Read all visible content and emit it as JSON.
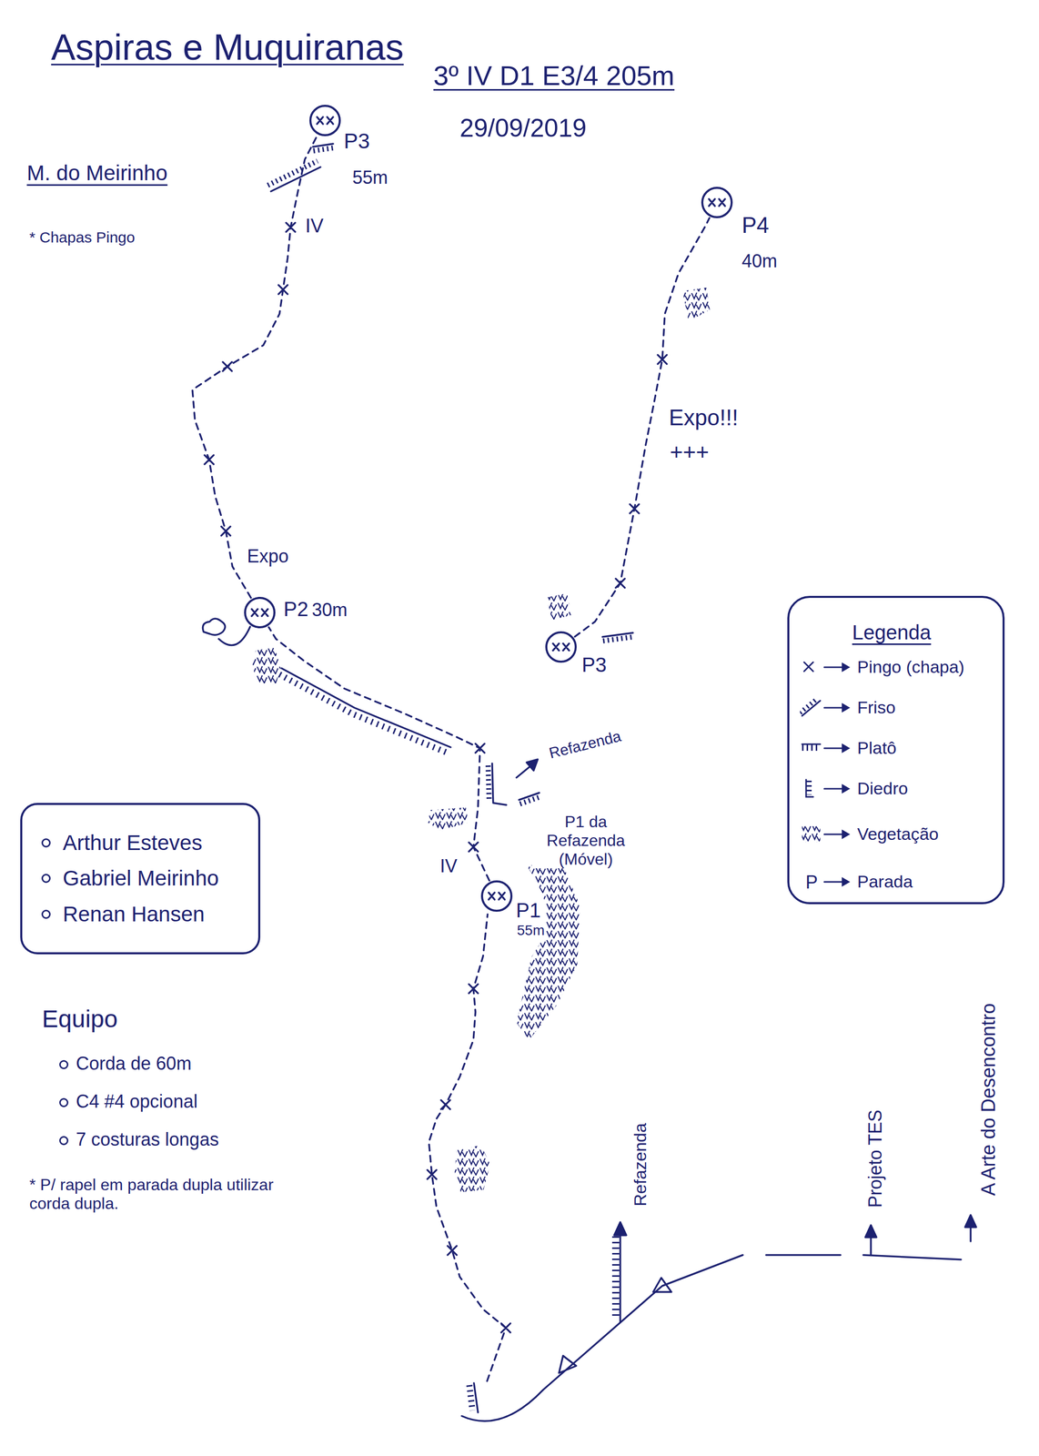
{
  "diagram": {
    "title": "Aspiras e Muquiranas",
    "nodes": [
      {
        "text": [
          "P3",
          "55m"
        ]
      },
      {
        "text": [
          "P4",
          "40m"
        ]
      },
      {
        "text": [
          "P2",
          "30m"
        ]
      },
      {
        "text": [
          "P3"
        ]
      },
      {
        "text": [
          "Arthur Esteves",
          "Gabriel Meirinho",
          "Renan Hansen"
        ]
      },
      {
        "text": [
          "P1",
          "55m"
        ]
      }
    ],
    "edges": [
      {
        "from": 5,
        "to": 2,
        "arrow": "none"
      },
      {
        "from": 2,
        "to": 0,
        "arrow": "none"
      },
      {
        "from": 3,
        "to": 1,
        "arrow": "none"
      }
    ],
    "labels": [
      "3º IV D1 E3/4 205m",
      "29/09/2019",
      "M. do Meirinho",
      "* Chapas Pingo",
      "IV",
      "Expo",
      "Expo!!!",
      "+++",
      "Refazenda",
      "P1 da Refazenda (Móvel)",
      "IV",
      "Equipo",
      "Corda de 60m",
      "C4 #4 opcional",
      "7 costuras longas",
      "* P/ rapel em parada dupla utilizar corda dupla.",
      "Refazenda",
      "Projeto TES",
      "A Arte do Desencontro",
      "Legenda",
      "P"
    ],
    "legend": [
      {
        "text": "Pingo (chapa)"
      },
      {
        "text": "Friso"
      },
      {
        "text": "Platô"
      },
      {
        "text": "Diedro"
      },
      {
        "text": "Vegetação"
      },
      {
        "text": "Parada"
      }
    ]
  }
}
